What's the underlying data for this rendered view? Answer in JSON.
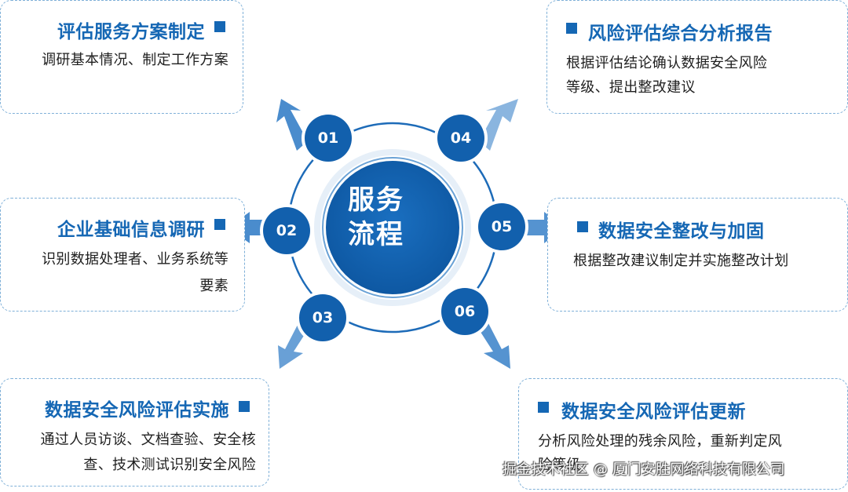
{
  "center": {
    "line1": "服务",
    "line2": "流程"
  },
  "steps": [
    {
      "num": "01",
      "title": "评估服务方案制定",
      "desc": [
        "调研基本情况、制定工作方案"
      ]
    },
    {
      "num": "02",
      "title": "企业基础信息调研",
      "desc": [
        "识别数据处理者、业务系统等",
        "要素"
      ]
    },
    {
      "num": "03",
      "title": "数据安全风险评估实施",
      "desc": [
        "通过人员访谈、文档查验、安全核",
        "查、技术测试识别安全风险"
      ]
    },
    {
      "num": "04",
      "title": "风险评估综合分析报告",
      "desc": [
        "根据评估结论确认数据安全风险",
        "等级、提出整改建议"
      ]
    },
    {
      "num": "05",
      "title": "数据安全整改与加固",
      "desc": [
        "根据整改建议制定并实施整改计划"
      ]
    },
    {
      "num": "06",
      "title": "数据安全风险评估更新",
      "desc": [
        "分析风险处理的残余风险，重新判定风",
        "险等级"
      ]
    }
  ],
  "watermark": "掘金技术社区 @ 厦门安胜网络科技有限公司",
  "colors": {
    "primary": "#1567b4",
    "dark": "#0e5aa6",
    "border": "#7fb0d8"
  }
}
